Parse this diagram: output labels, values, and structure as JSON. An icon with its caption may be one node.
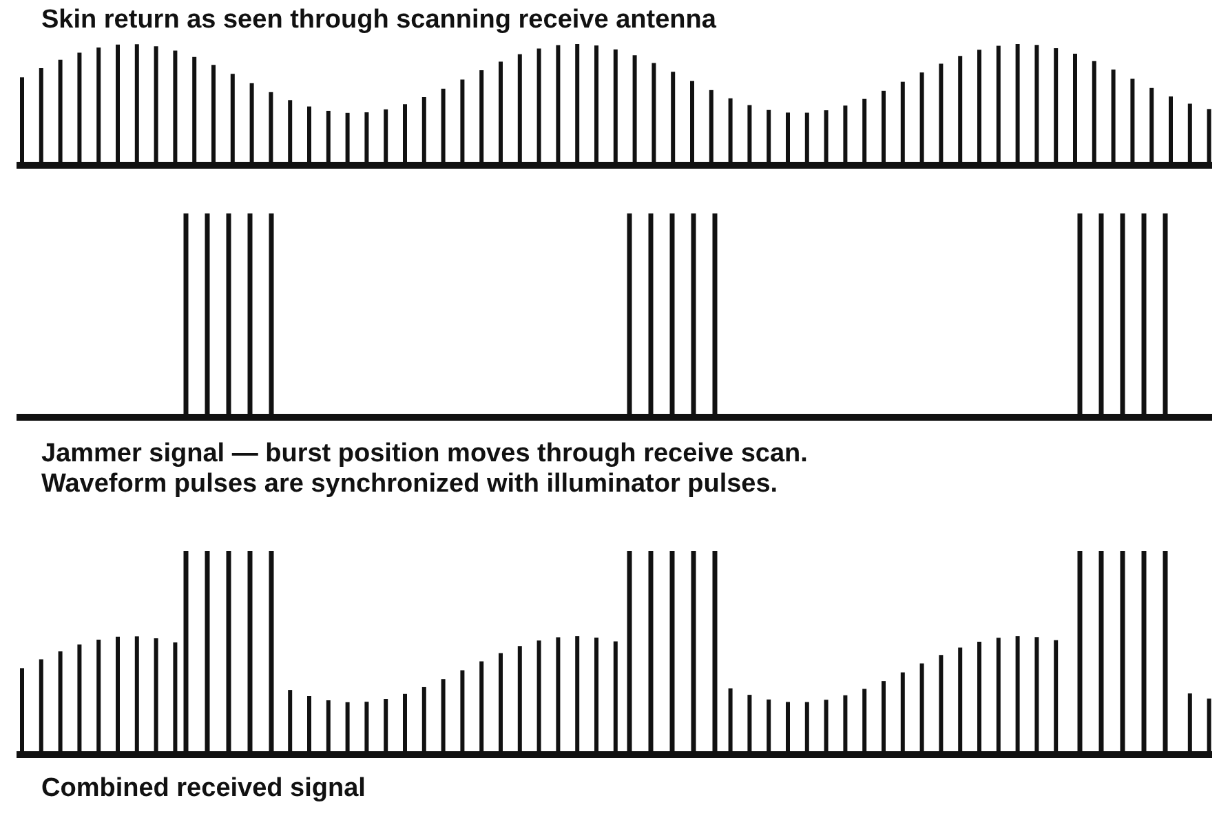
{
  "diagram": {
    "labels": [
      "Skin return as seen through scanning receive antenna",
      "Jammer signal — burst position moves through receive scan. Waveform pulses are synchronized with illuminator pulses.",
      "Combined received signal"
    ]
  }
}
